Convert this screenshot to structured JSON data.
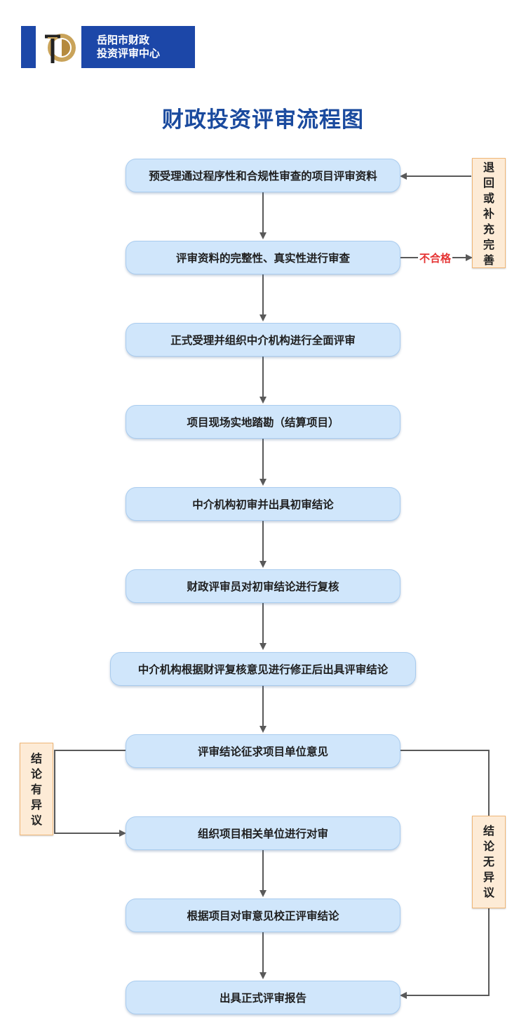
{
  "header": {
    "org_line1": "岳阳市财政",
    "org_line2": "投资评审中心",
    "brand_color": "#1c47a8"
  },
  "title": "财政投资评审流程图",
  "steps": [
    "预受理通过程序性和合规性审查的项目评审资料",
    "评审资料的完整性、真实性进行审查",
    "正式受理并组织中介机构进行全面评审",
    "项目现场实地踏勘（结算项目）",
    "中介机构初审并出具初审结论",
    "财政评审员对初审结论进行复核",
    "中介机构根据财评复核意见进行修正后出具评审结论",
    "评审结论征求项目单位意见",
    "组织项目相关单位进行对审",
    "根据项目对审意见校正评审结论",
    "出具正式评审报告"
  ],
  "side_boxes": {
    "return": [
      "退",
      "回",
      "或",
      "补",
      "充",
      "完",
      "善"
    ],
    "objection": [
      "结",
      "论",
      "有",
      "异",
      "议"
    ],
    "no_objection": [
      "结",
      "论",
      "无",
      "异",
      "议"
    ]
  },
  "reject_label": "不合格",
  "colors": {
    "title": "#1a4a9e",
    "step_fill": "#d0e6fb",
    "side_fill": "#fdebd6",
    "side_border": "#f0b778",
    "reject": "#e53333",
    "connector": "#595959"
  }
}
